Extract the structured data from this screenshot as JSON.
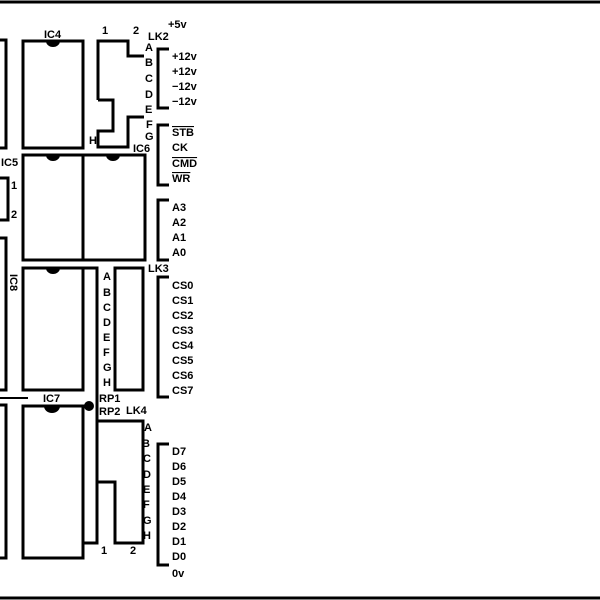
{
  "colors": {
    "ink": "#000000",
    "background": "#ffffff"
  },
  "ics": {
    "ic4": "IC4",
    "ic5": "IC5",
    "ic6": "IC6",
    "ic7": "IC7",
    "ic8": "IC8"
  },
  "lk2": {
    "label": "LK2",
    "pin1": "1",
    "pin2": "2",
    "letters": [
      "A",
      "B",
      "C",
      "D",
      "E",
      "F",
      "G"
    ],
    "h": "H"
  },
  "lk3": {
    "label": "LK3",
    "letters": [
      "A",
      "B",
      "C",
      "D",
      "E",
      "F",
      "G",
      "H"
    ]
  },
  "lk4": {
    "label": "LK4",
    "pin1": "1",
    "pin2": "2",
    "letters": [
      "A",
      "B",
      "C",
      "D",
      "E",
      "F",
      "G",
      "H"
    ]
  },
  "rp": {
    "rp1": "RP1",
    "rp2": "RP2"
  },
  "left_link": {
    "pin1": "1",
    "pin2": "2"
  },
  "power": {
    "plus5": "+5v",
    "lines": [
      "+12v",
      "+12v",
      "−12v",
      "−12v"
    ]
  },
  "control": [
    "STB",
    "CK",
    "CMD",
    "WR"
  ],
  "address": [
    "A3",
    "A2",
    "A1",
    "A0"
  ],
  "chip_select": [
    "CS0",
    "CS1",
    "CS2",
    "CS3",
    "CS4",
    "CS5",
    "CS6",
    "CS7"
  ],
  "data_bus": [
    "D7",
    "D6",
    "D5",
    "D4",
    "D3",
    "D2",
    "D1",
    "D0"
  ],
  "ground": "0v"
}
